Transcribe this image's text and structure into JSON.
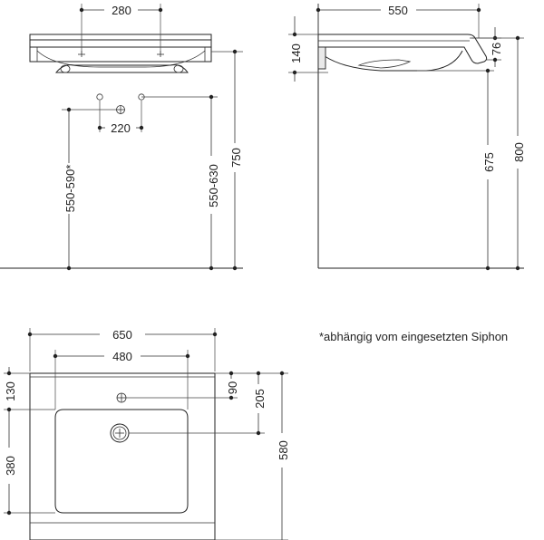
{
  "front_view": {
    "dims": {
      "tap_spacing": "280",
      "waste_spacing": "220",
      "waste_height": "550-590*",
      "siphon_height": "550-630",
      "rim_height": "750"
    }
  },
  "side_view": {
    "dims": {
      "depth": "550",
      "bowl_height": "140",
      "rim_thickness": "76",
      "support_height": "675",
      "total_height": "800"
    }
  },
  "top_view": {
    "dims": {
      "width": "650",
      "inner_width": "480",
      "tap_offset": "130",
      "bowl_depth": "380",
      "tap_from_front": "90",
      "drain_from_front": "205",
      "total_depth": "580"
    }
  },
  "note": "*abhängig vom eingesetzten Siphon"
}
